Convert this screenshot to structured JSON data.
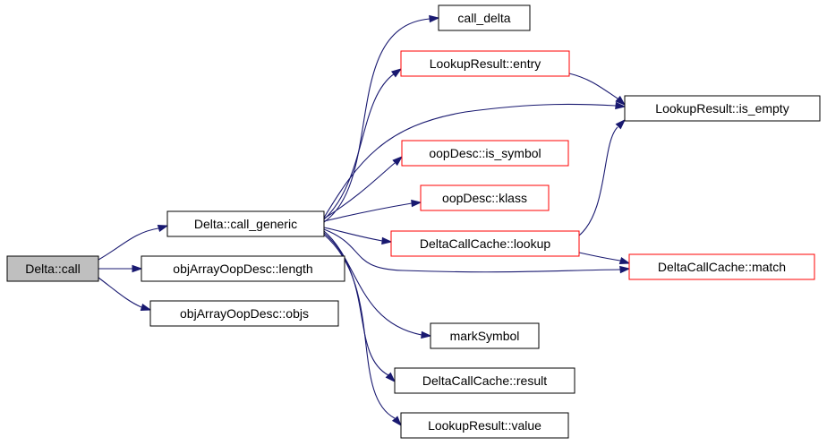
{
  "colors": {
    "edge": "#191970",
    "border_default": "#000000",
    "border_red": "#ff0000",
    "fill_root": "#bfbfbf",
    "fill_default": "#ffffff"
  },
  "nodes": {
    "delta_call": {
      "label": "Delta::call",
      "border": "black",
      "fill": "gray"
    },
    "call_generic": {
      "label": "Delta::call_generic",
      "border": "black",
      "fill": "white"
    },
    "length": {
      "label": "objArrayOopDesc::length",
      "border": "black",
      "fill": "white"
    },
    "objs": {
      "label": "objArrayOopDesc::objs",
      "border": "black",
      "fill": "white"
    },
    "call_delta": {
      "label": "call_delta",
      "border": "black",
      "fill": "white"
    },
    "entry": {
      "label": "LookupResult::entry",
      "border": "red",
      "fill": "white"
    },
    "is_empty": {
      "label": "LookupResult::is_empty",
      "border": "black",
      "fill": "white"
    },
    "is_symbol": {
      "label": "oopDesc::is_symbol",
      "border": "red",
      "fill": "white"
    },
    "klass": {
      "label": "oopDesc::klass",
      "border": "red",
      "fill": "white"
    },
    "lookup": {
      "label": "DeltaCallCache::lookup",
      "border": "red",
      "fill": "white"
    },
    "match": {
      "label": "DeltaCallCache::match",
      "border": "red",
      "fill": "white"
    },
    "markSymbol": {
      "label": "markSymbol",
      "border": "black",
      "fill": "white"
    },
    "result": {
      "label": "DeltaCallCache::result",
      "border": "black",
      "fill": "white"
    },
    "value": {
      "label": "LookupResult::value",
      "border": "black",
      "fill": "white"
    }
  },
  "edges": [
    {
      "from": "delta_call",
      "to": "call_generic"
    },
    {
      "from": "delta_call",
      "to": "length"
    },
    {
      "from": "delta_call",
      "to": "objs"
    },
    {
      "from": "call_generic",
      "to": "call_delta"
    },
    {
      "from": "call_generic",
      "to": "entry"
    },
    {
      "from": "call_generic",
      "to": "is_empty"
    },
    {
      "from": "call_generic",
      "to": "is_symbol"
    },
    {
      "from": "call_generic",
      "to": "klass"
    },
    {
      "from": "call_generic",
      "to": "lookup"
    },
    {
      "from": "call_generic",
      "to": "match"
    },
    {
      "from": "call_generic",
      "to": "markSymbol"
    },
    {
      "from": "call_generic",
      "to": "result"
    },
    {
      "from": "call_generic",
      "to": "value"
    },
    {
      "from": "entry",
      "to": "is_empty"
    },
    {
      "from": "lookup",
      "to": "is_empty"
    },
    {
      "from": "lookup",
      "to": "match"
    }
  ]
}
